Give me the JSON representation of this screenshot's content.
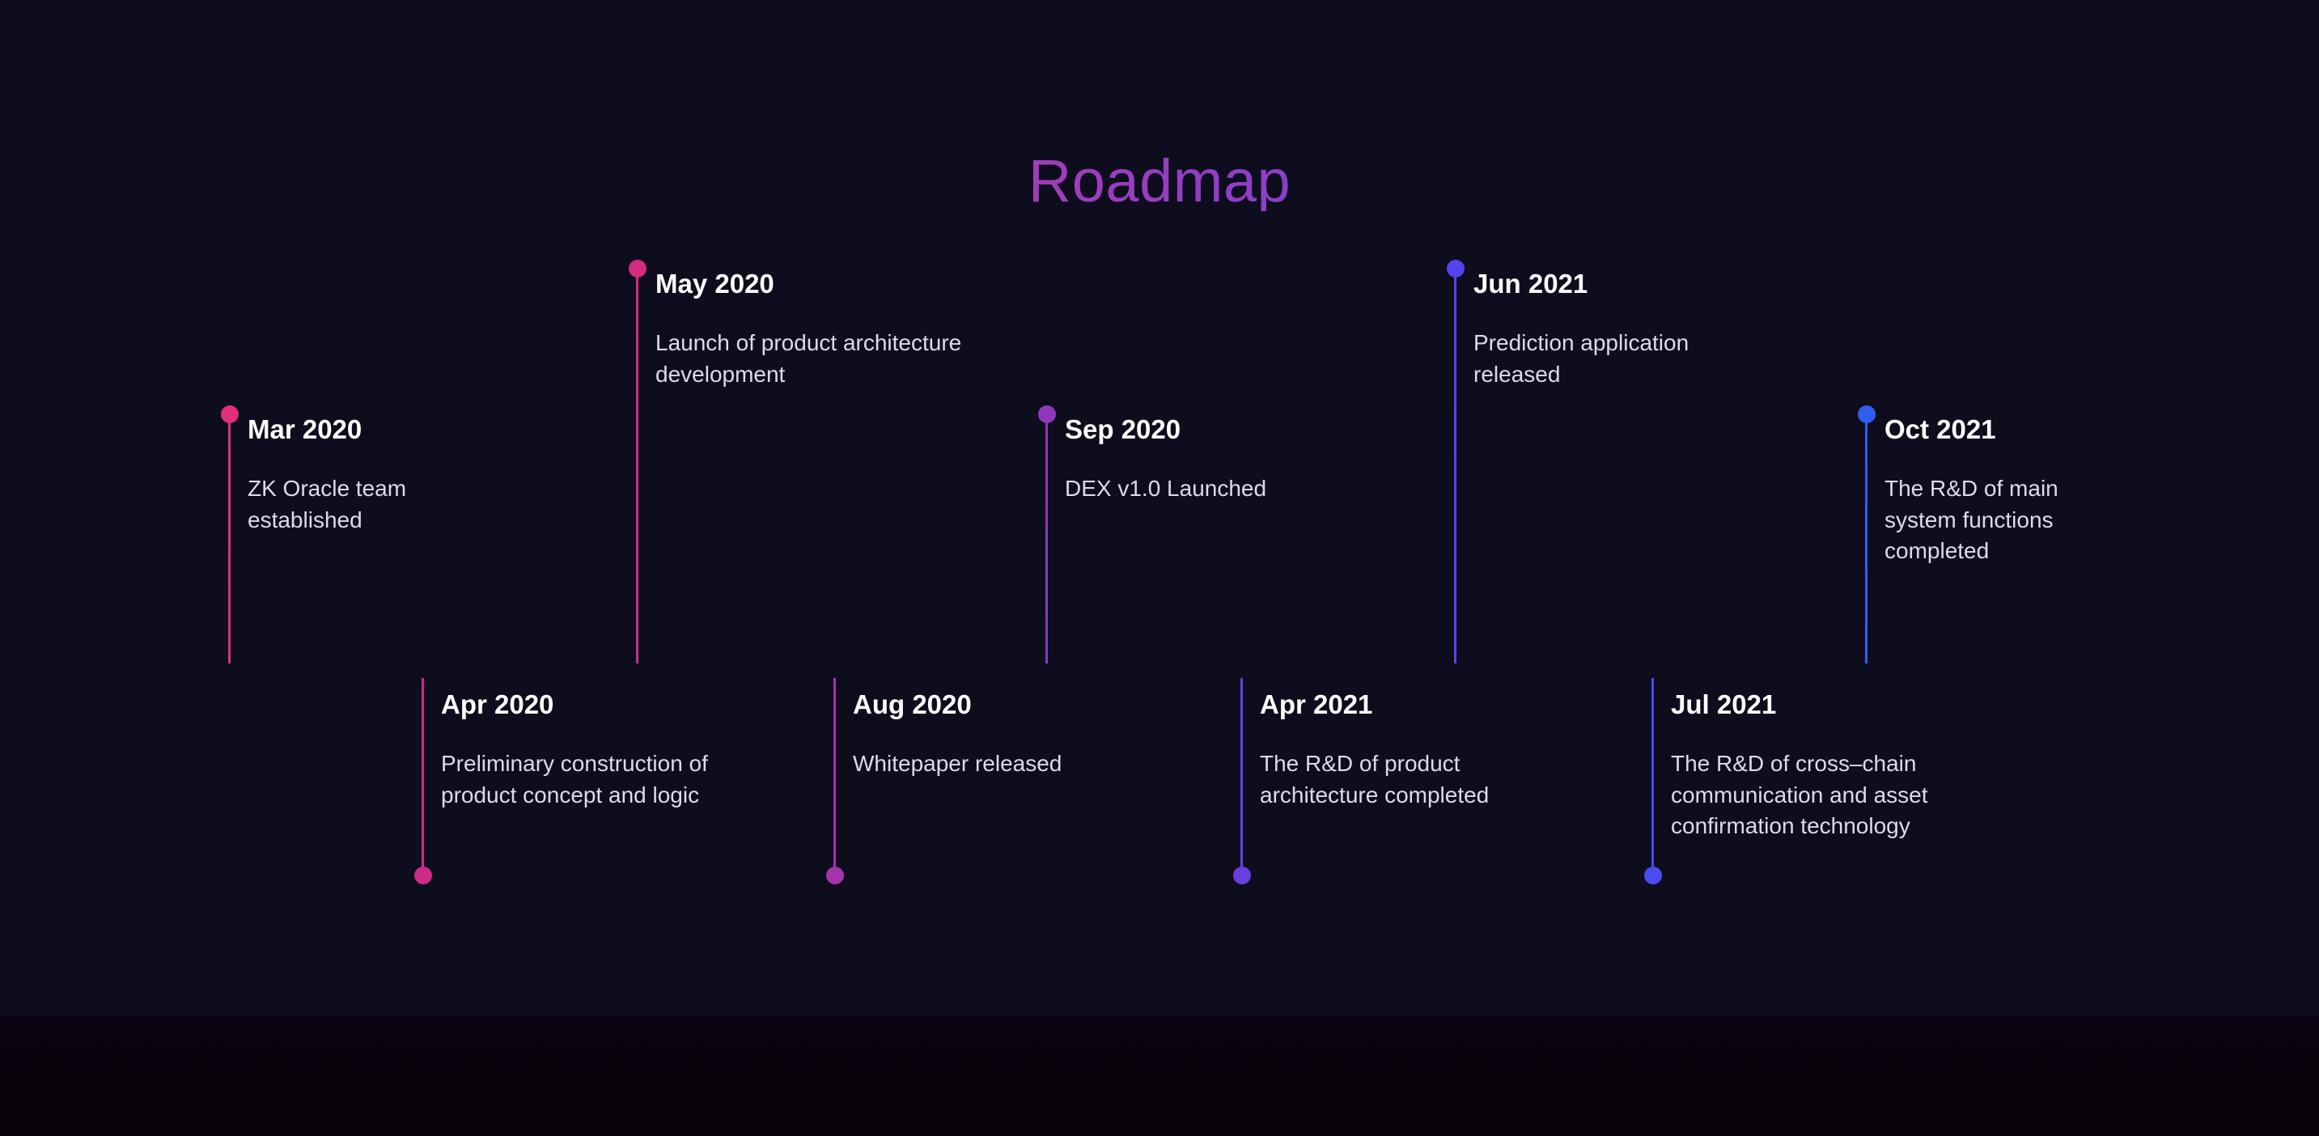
{
  "title": "Roadmap",
  "colors": {
    "background": "#0e0d1e",
    "title_gradient_start": "#e03a74",
    "title_gradient_end": "#2f63f3",
    "bar_gradient_start": "#dd2f72",
    "bar_gradient_end": "#2d63f5",
    "date_text": "#ffffff",
    "description_text": "#dcdce6"
  },
  "timeline": {
    "items": [
      {
        "id": "mar-2020",
        "month": "Mar",
        "year": "2020",
        "date": "Mar  2020",
        "description": "ZK Oracle team established",
        "side": "top",
        "color": "#e0307a"
      },
      {
        "id": "apr-2020",
        "month": "Apr",
        "year": "2020",
        "date": "Apr  2020",
        "description": "Preliminary construction of product concept and logic",
        "side": "bottom",
        "color": "#cc2b86"
      },
      {
        "id": "may-2020",
        "month": "May",
        "year": "2020",
        "date": "May  2020",
        "description": "Launch of product architecture development",
        "side": "top",
        "color": "#d32c80"
      },
      {
        "id": "aug-2020",
        "month": "Aug",
        "year": "2020",
        "date": "Aug 2020",
        "description": "Whitepaper released",
        "side": "bottom",
        "color": "#a533ae"
      },
      {
        "id": "sep-2020",
        "month": "Sep",
        "year": "2020",
        "date": "Sep  2020",
        "description": "DEX v1.0 Launched",
        "side": "top",
        "color": "#8f37bd"
      },
      {
        "id": "apr-2021",
        "month": "Apr",
        "year": "2021",
        "date": "Apr  2021",
        "description": "The R&D of product architecture completed",
        "side": "bottom",
        "color": "#6840e0"
      },
      {
        "id": "jun-2021",
        "month": "Jun",
        "year": "2021",
        "date": "Jun  2021",
        "description": "Prediction application released",
        "side": "top",
        "color": "#5444ee"
      },
      {
        "id": "jul-2021",
        "month": "Jul",
        "year": "2021",
        "date": "Jul  2021",
        "description": "The R&D of cross–chain communication and asset confirmation technology",
        "side": "bottom",
        "color": "#4a4bf0"
      },
      {
        "id": "oct-2021",
        "month": "Oct",
        "year": "2021",
        "date": "Oct  2021",
        "description": "The R&D of main system functions completed",
        "side": "top",
        "color": "#2f5ef0"
      }
    ]
  }
}
